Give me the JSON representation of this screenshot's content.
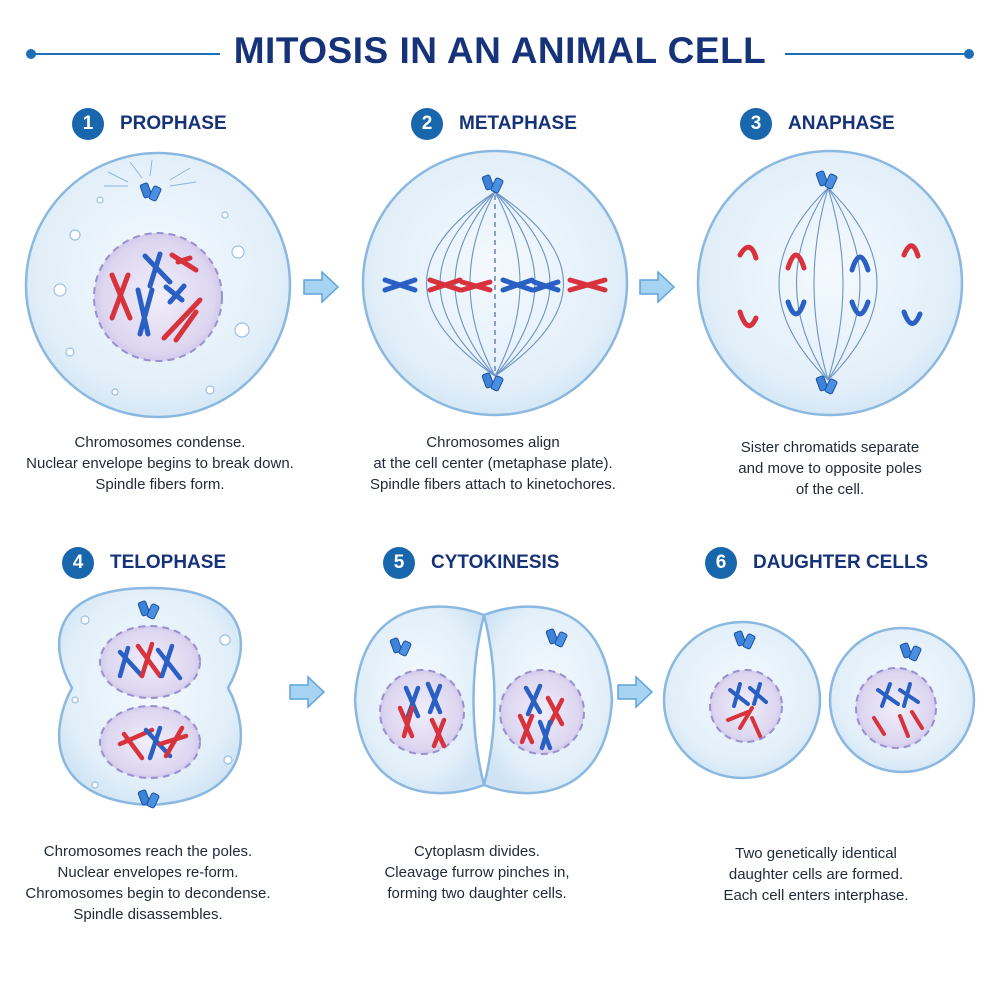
{
  "title": "MITOSIS IN AN ANIMAL CELL",
  "colors": {
    "accent": "#1867ad",
    "title": "#16337a",
    "cell_fill": "#dcecf9",
    "cell_stroke": "#8ab8e0",
    "nucleus_fill": "#d9d3ef",
    "chromosome_red": "#d8323c",
    "chromosome_blue": "#2a5fc4",
    "arrow": "#8cc3ea"
  },
  "icons": {
    "centrosome": "centriole-pair-icon",
    "arrow": "right-arrow-icon"
  },
  "stages": [
    {
      "number": "1",
      "name": "PROPHASE",
      "lines": [
        "Chromosomes condense.",
        "Nuclear envelope begins to break down.",
        "Spindle fibers form."
      ]
    },
    {
      "number": "2",
      "name": "METAPHASE",
      "lines": [
        "Chromosomes align",
        "at the cell center (metaphase plate).",
        "Spindle fibers attach to kinetochores."
      ]
    },
    {
      "number": "3",
      "name": "ANAPHASE",
      "lines": [
        "Sister chromatids separate",
        "and move to opposite poles",
        "of the cell."
      ]
    },
    {
      "number": "4",
      "name": "TELOPHASE",
      "lines": [
        "Chromosomes reach the poles.",
        "Nuclear envelopes re-form.",
        "Chromosomes begin to decondense.",
        "Spindle disassembles."
      ]
    },
    {
      "number": "5",
      "name": "CYTOKINESIS",
      "lines": [
        "Cytoplasm divides.",
        "Cleavage furrow pinches in,",
        "forming two daughter cells."
      ]
    },
    {
      "number": "6",
      "name": "DAUGHTER CELLS",
      "lines": [
        "Two genetically identical",
        "daughter cells are formed.",
        "Each cell enters interphase."
      ]
    }
  ]
}
